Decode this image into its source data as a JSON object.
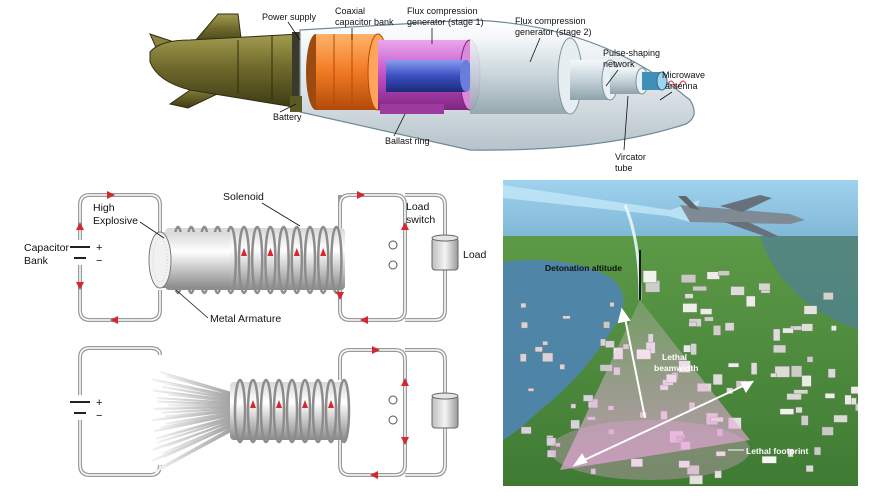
{
  "bomb_labels": {
    "power_supply": "Power supply",
    "coaxial_1": "Coaxial",
    "coaxial_2": "capacitor bank",
    "flux1_1": "Flux compression",
    "flux1_2": "generator (stage 1)",
    "flux2_1": "Flux compression",
    "flux2_2": "generator (stage 2)",
    "pulse_1": "Pulse-shaping",
    "pulse_2": "network",
    "antenna_1": "Microwave",
    "antenna_2": "antenna",
    "battery": "Battery",
    "ballast": "Ballast ring",
    "vircator_1": "Vircator",
    "vircator_2": "tube"
  },
  "generator_labels": {
    "solenoid": "Solenoid",
    "high_explosive_1": "High",
    "high_explosive_2": "Explosive",
    "capacitor_1": "Capacitor",
    "capacitor_2": "Bank",
    "plus": "+",
    "minus": "−",
    "load_switch_1": "Load",
    "load_switch_2": "switch",
    "load": "Load",
    "metal_armature": "Metal Armature"
  },
  "scene_labels": {
    "detonation_altitude": "Detonation altitude",
    "beamwidth_1": "Lethal",
    "beamwidth_2": "beamwidth",
    "footprint": "Lethal footprint"
  },
  "colors": {
    "bomb_body": "#6f6a2c",
    "capacitor_orange": "#f07a22",
    "flux_magenta": "#c24fc6",
    "flux_blue": "#3b4fc0",
    "ground_green": "#4f8d3f",
    "beam_pink": "#e3a2d6",
    "arrow_red": "#d8262f"
  }
}
